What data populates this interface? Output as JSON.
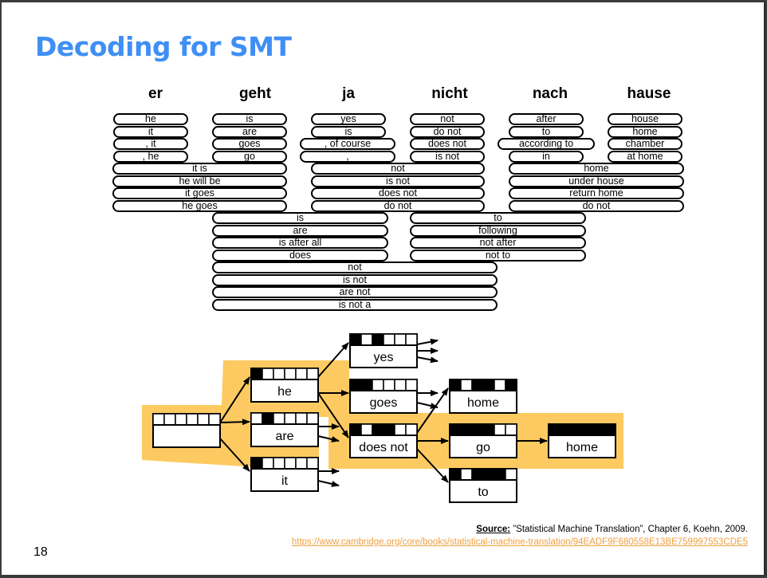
{
  "slide": {
    "title": "Decoding for SMT",
    "page_number": "18",
    "source_label": "Source:",
    "source_text": "”Statistical Machine Translation”, Chapter 6, Koehn, 2009.",
    "source_url": "https://www.cambridge.org/core/books/statistical-machine-translation/94EADF9F680558E13BE759997553CDE5"
  },
  "phrase_table": {
    "foreign_words": [
      "er",
      "geht",
      "ja",
      "nicht",
      "nach",
      "hause"
    ],
    "groups": [
      {
        "span": "er",
        "options": [
          "he",
          "it",
          ", it",
          ", he"
        ]
      },
      {
        "span": "geht",
        "options": [
          "is",
          "are",
          "goes",
          "go"
        ]
      },
      {
        "span": "ja",
        "options": [
          "yes",
          "is",
          ", of course",
          ","
        ]
      },
      {
        "span": "nicht",
        "options": [
          "not",
          "do not",
          "does not",
          "is not"
        ]
      },
      {
        "span": "nach",
        "options": [
          "after",
          "to",
          "according to",
          "in"
        ]
      },
      {
        "span": "hause",
        "options": [
          "house",
          "home",
          "chamber",
          "at home"
        ]
      },
      {
        "span": "er geht",
        "options": [
          "it is",
          "he will be",
          "it goes",
          "he goes"
        ]
      },
      {
        "span": "ja nicht",
        "options": [
          "not",
          "is not",
          "does not",
          "do not"
        ]
      },
      {
        "span": "nach hause",
        "options": [
          "home",
          "under house",
          "return home",
          "do not"
        ]
      },
      {
        "span": "geht ja",
        "options": [
          "is",
          "are",
          "is after all",
          "does"
        ]
      },
      {
        "span": "nicht nach",
        "options": [
          "to",
          "following",
          "not after",
          "not to"
        ]
      },
      {
        "span": "geht ja nicht",
        "options": [
          "not",
          "is not",
          "are not",
          "is not a"
        ]
      }
    ]
  },
  "search_graph": {
    "highlight_color": "#fdca62",
    "hypotheses": [
      {
        "id": "start",
        "label": "",
        "coverage": [
          0,
          0,
          0,
          0,
          0,
          0
        ],
        "highlighted": true
      },
      {
        "id": "he",
        "label": "he",
        "coverage": [
          1,
          0,
          0,
          0,
          0,
          0
        ],
        "highlighted": true
      },
      {
        "id": "are",
        "label": "are",
        "coverage": [
          0,
          1,
          0,
          0,
          0,
          0
        ],
        "highlighted": false
      },
      {
        "id": "it",
        "label": "it",
        "coverage": [
          1,
          0,
          0,
          0,
          0,
          0
        ],
        "highlighted": false
      },
      {
        "id": "yes",
        "label": "yes",
        "coverage": [
          1,
          0,
          1,
          0,
          0,
          0
        ],
        "highlighted": false
      },
      {
        "id": "goes",
        "label": "goes",
        "coverage": [
          1,
          1,
          0,
          0,
          0,
          0
        ],
        "highlighted": false
      },
      {
        "id": "does_not",
        "label": "does not",
        "coverage": [
          1,
          0,
          1,
          1,
          0,
          0
        ],
        "highlighted": true
      },
      {
        "id": "home1",
        "label": "home",
        "coverage": [
          1,
          0,
          1,
          1,
          0,
          1
        ],
        "highlighted": false
      },
      {
        "id": "go",
        "label": "go",
        "coverage": [
          1,
          1,
          1,
          1,
          0,
          0
        ],
        "highlighted": true
      },
      {
        "id": "to",
        "label": "to",
        "coverage": [
          1,
          0,
          1,
          1,
          1,
          0
        ],
        "highlighted": false
      },
      {
        "id": "home2",
        "label": "home",
        "coverage": [
          1,
          1,
          1,
          1,
          1,
          1
        ],
        "highlighted": true
      }
    ],
    "edges": [
      [
        "start",
        "he"
      ],
      [
        "start",
        "are"
      ],
      [
        "start",
        "it"
      ],
      [
        "he",
        "yes"
      ],
      [
        "he",
        "goes"
      ],
      [
        "he",
        "does_not"
      ],
      [
        "does_not",
        "home1"
      ],
      [
        "does_not",
        "go"
      ],
      [
        "does_not",
        "to"
      ],
      [
        "go",
        "home2"
      ]
    ],
    "dangling_edges": {
      "are": 2,
      "it": 2,
      "yes": 3,
      "goes": 2
    }
  }
}
